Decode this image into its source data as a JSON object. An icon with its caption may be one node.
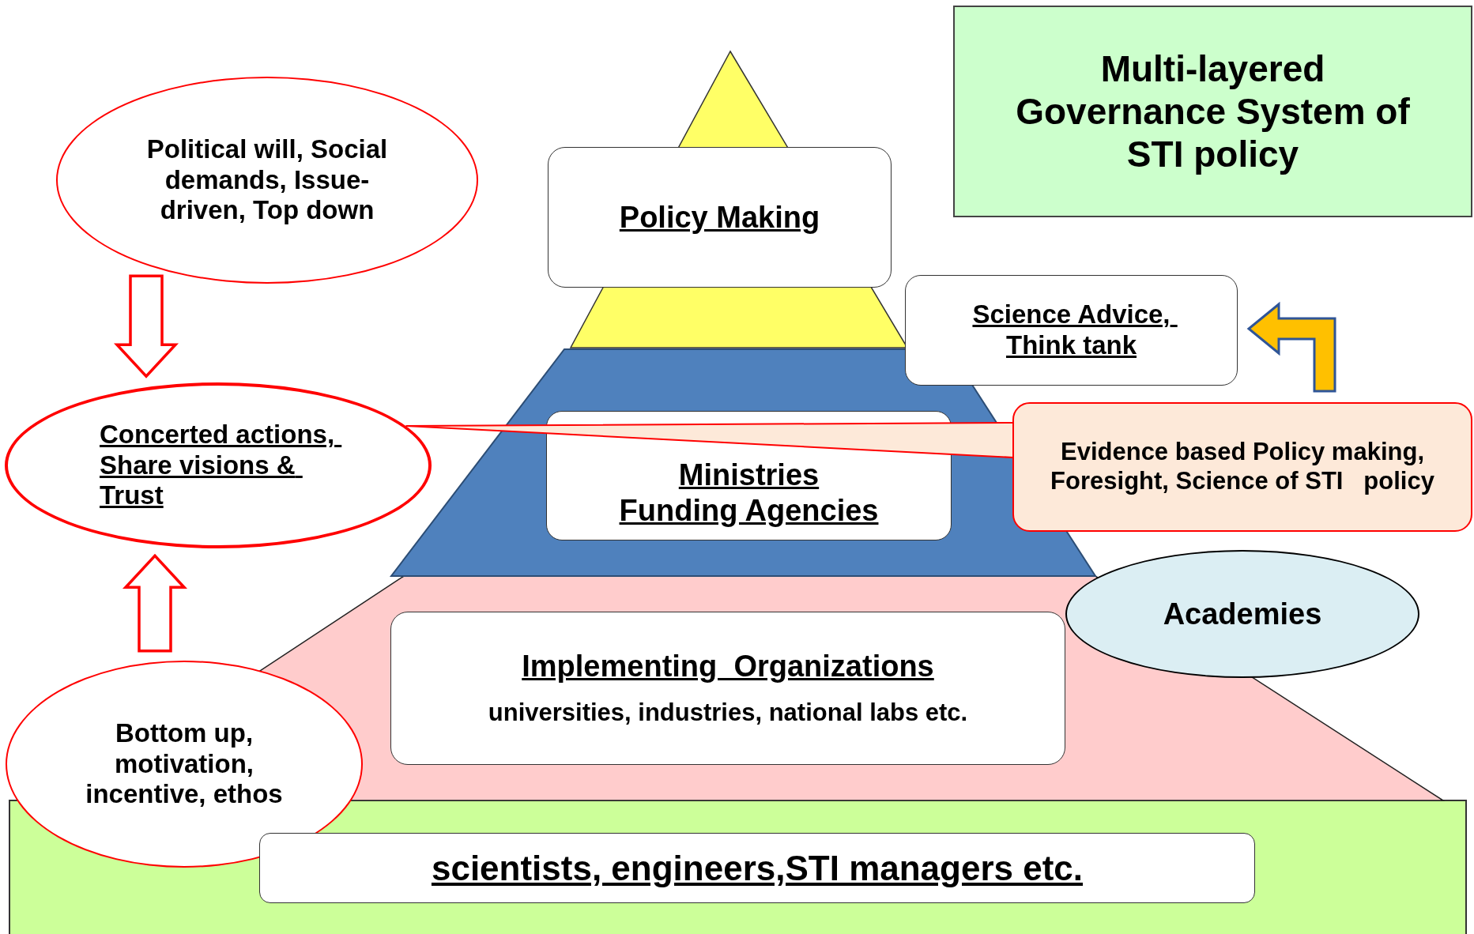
{
  "diagram": {
    "title": "Multi-layered Governance System of STI policy",
    "nodes": [
      {
        "text": [
          "Political will, Social demands, Issue-driven, Top down"
        ]
      },
      {
        "text": [
          "Policy Making"
        ]
      },
      {
        "text": [
          "Science Advice, Think tank"
        ]
      },
      {
        "text": [
          "Concerted actions, Share visions & Trust"
        ]
      },
      {
        "text": [
          "Ministries",
          "Funding Agencies"
        ]
      },
      {
        "text": [
          "Evidence based Policy making, Foresight, Science of STI   policy"
        ]
      },
      {
        "text": [
          "Academies"
        ]
      },
      {
        "text": [
          "Implementing  Organizations",
          "universities, industries, national labs etc."
        ]
      },
      {
        "text": [
          "Bottom up, motivation, incentive, ethos"
        ]
      },
      {
        "text": [
          "scientists, engineers,STI managers etc."
        ]
      }
    ],
    "edges": [
      {
        "from": 0,
        "to": 3,
        "arrow": "to"
      },
      {
        "from": 8,
        "to": 3,
        "arrow": "to"
      },
      {
        "from": 5,
        "to": 2,
        "arrow": "to",
        "color": "#ffc000"
      },
      {
        "from": 5,
        "to": 3,
        "arrow": "none"
      }
    ]
  }
}
